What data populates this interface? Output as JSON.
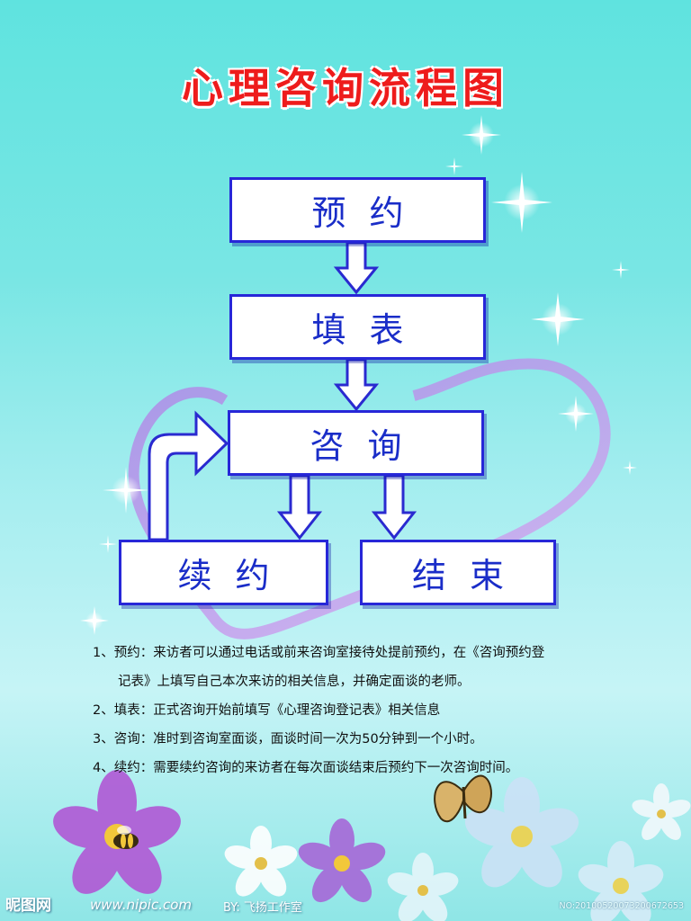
{
  "title": "心理咨询流程图",
  "flow": {
    "nodes": [
      {
        "id": "yuyue",
        "label": "预约"
      },
      {
        "id": "tianbiao",
        "label": "填表"
      },
      {
        "id": "zixun",
        "label": "咨询"
      },
      {
        "id": "xuyue",
        "label": "续约"
      },
      {
        "id": "jieshu",
        "label": "结束"
      }
    ],
    "edges": [
      {
        "from": "yuyue",
        "to": "tianbiao"
      },
      {
        "from": "tianbiao",
        "to": "zixun"
      },
      {
        "from": "zixun",
        "to": "xuyue"
      },
      {
        "from": "zixun",
        "to": "jieshu"
      },
      {
        "from": "xuyue",
        "to": "zixun"
      }
    ]
  },
  "notes": [
    {
      "line1": "1、预约：来访者可以通过电话或前来咨询室接待处提前预约，在《咨询预约登",
      "line2": "记表》上填写自己本次来访的相关信息，并确定面谈的老师。"
    },
    {
      "line1": "2、填表：正式咨询开始前填写《心理咨询登记表》相关信息",
      "line2": ""
    },
    {
      "line1": "3、咨询：准时到咨询室面谈，面谈时间一次为50分钟到一个小时。",
      "line2": ""
    },
    {
      "line1": "4、续约：需要续约咨询的来访者在每次面谈结束后预约下一次咨询时间。",
      "line2": ""
    }
  ],
  "footer": {
    "logo_text": "昵图网",
    "url": "www.nipic.com",
    "by": "BY: 飞扬工作室",
    "id_text": "NO:20100520073200672653"
  },
  "colors": {
    "box_border": "#2727d8",
    "box_text": "#1a2dc8",
    "title": "#ee1c1c",
    "arrow_fill": "#ffffff",
    "arrow_stroke": "#2a2ad0"
  },
  "decor": {
    "icons": [
      "heart-outline-decor",
      "sparkle-icon",
      "flower-icon",
      "butterfly-icon",
      "bee-icon"
    ]
  }
}
